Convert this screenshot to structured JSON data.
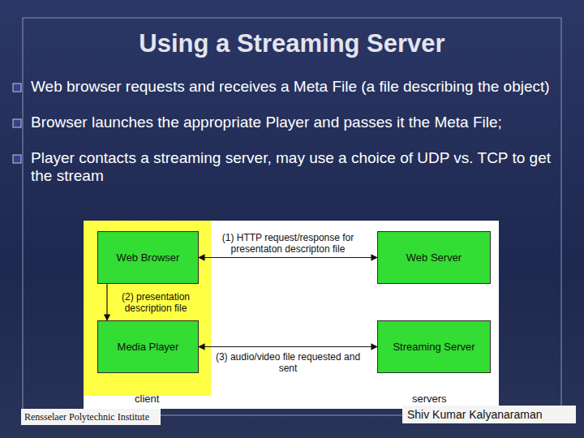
{
  "diagram": {
    "title": "Using a Streaming Server",
    "nodes": [
      {
        "text": [
          "Web Browser"
        ]
      },
      {
        "text": [
          "Media Player"
        ]
      },
      {
        "text": [
          "Web Server"
        ]
      },
      {
        "text": [
          "Streaming Server"
        ]
      }
    ],
    "edges": [
      {
        "from": 0,
        "to": 2,
        "arrow": "both",
        "label": "(1) HTTP request/response for presentaton descripton file"
      },
      {
        "from": 0,
        "to": 1,
        "arrow": "to",
        "label": "(2) presentation description file"
      },
      {
        "from": 1,
        "to": 3,
        "arrow": "both",
        "label": "(3) audio/video file requested and sent"
      }
    ],
    "labels": [
      "Web browser requests and receives a Meta File (a file describing the object)",
      "Browser launches the appropriate Player and passes it the Meta File;",
      "Player contacts a streaming server, may use a choice of UDP vs. TCP to get the stream",
      "client",
      "servers",
      "Rensselaer Polytechnic Institute",
      "Shiv Kumar Kalyanaraman"
    ]
  }
}
